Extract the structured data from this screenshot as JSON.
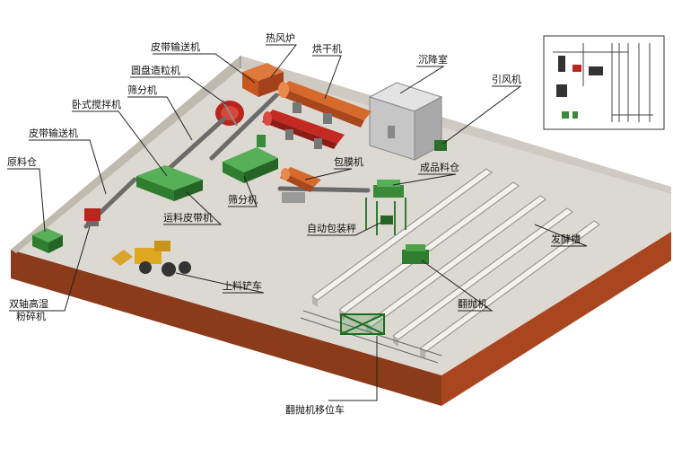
{
  "labels": {
    "belt_conveyor_top": "皮带输送机",
    "hot_air_stove": "热风炉",
    "dryer": "烘干机",
    "disc_granulator": "圆盘造粒机",
    "sieve_top": "筛分机",
    "settling_chamber": "沉降室",
    "induced_fan": "引风机",
    "horizontal_mixer": "卧式搅拌机",
    "belt_conveyor_left": "皮带输送机",
    "raw_bin": "原料仓",
    "coating_machine": "包膜机",
    "product_bin": "成品料仓",
    "sieve_mid": "筛分机",
    "transport_belt": "运料皮带机",
    "auto_packing": "自动包装秤",
    "fermentation_tank": "发酵槽",
    "loader": "上料铲车",
    "double_shaft_crusher_line1": "双轴高湿",
    "double_shaft_crusher_line2": "粉碎机",
    "turner": "翻抛机",
    "turner_shift_car": "翻抛机移位车"
  },
  "colors": {
    "floor": "#dcd9d2",
    "floor_edge": "#8b3a1a",
    "wall": "#cfcac1",
    "equipment_green": "#3a8a3a",
    "equipment_orange": "#c8561e",
    "equipment_red": "#b8261e",
    "settling_box": "#c6c6c6"
  }
}
